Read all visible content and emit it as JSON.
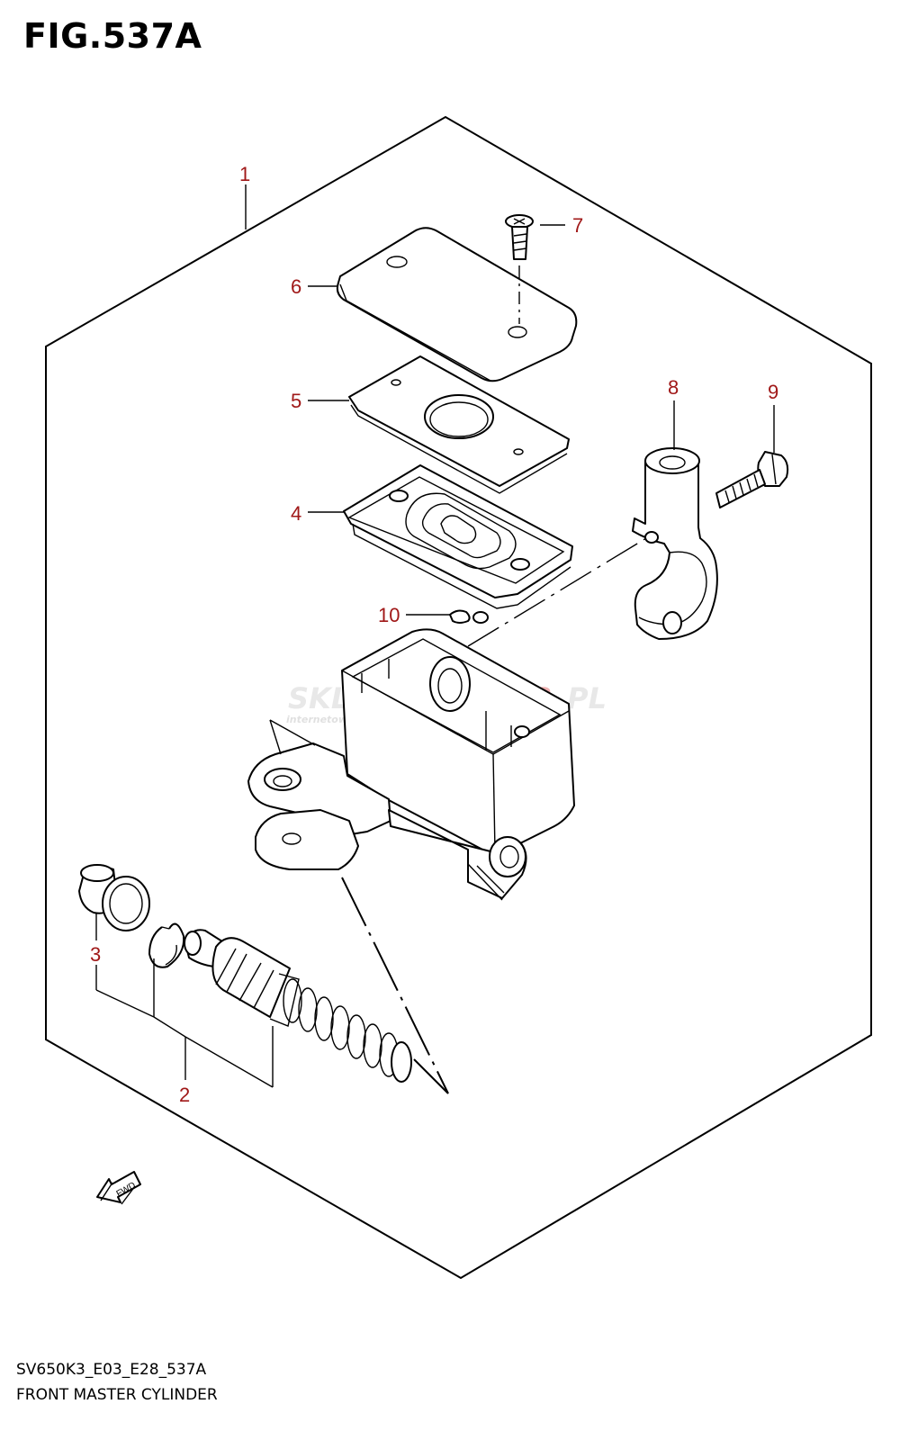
{
  "figure": {
    "title": "FIG.537A"
  },
  "callouts": [
    {
      "id": "1",
      "label": "1"
    },
    {
      "id": "2",
      "label": "2"
    },
    {
      "id": "3",
      "label": "3"
    },
    {
      "id": "4",
      "label": "4"
    },
    {
      "id": "5",
      "label": "5"
    },
    {
      "id": "6",
      "label": "6"
    },
    {
      "id": "7",
      "label": "7"
    },
    {
      "id": "8",
      "label": "8"
    },
    {
      "id": "9",
      "label": "9"
    },
    {
      "id": "10",
      "label": "10"
    }
  ],
  "watermark": {
    "brand_part1": "SKLEPMOTO",
    "brand_part2": "48",
    "brand_part3": ".PL",
    "tagline": "internetowy sklep motocyklowy"
  },
  "fwd_arrow": {
    "label": "FWD"
  },
  "footer": {
    "code": "SV650K3_E03_E28_537A",
    "name": "FRONT MASTER CYLINDER"
  },
  "colors": {
    "callout": "#a01818",
    "line": "#000000",
    "watermark": "#e8a0a0"
  }
}
